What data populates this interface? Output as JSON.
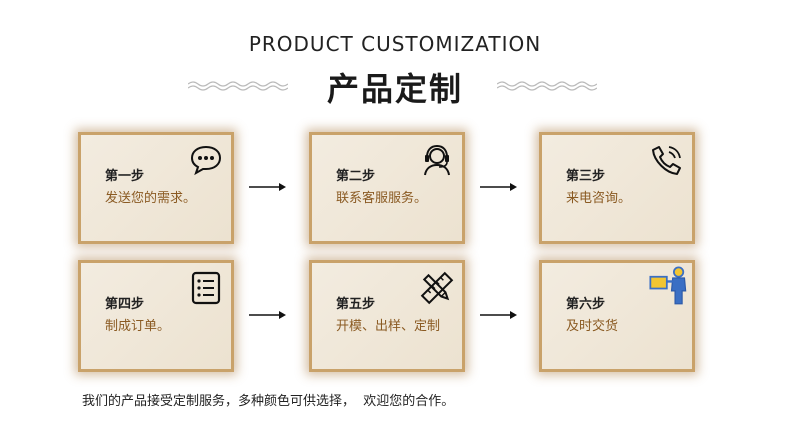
{
  "header": {
    "title_en": "PRODUCT CUSTOMIZATION",
    "title_cn": "产品定制"
  },
  "steps": [
    {
      "label": "第一步",
      "desc": "发送您的需求。",
      "icon": "chat-bubble-icon"
    },
    {
      "label": "第二步",
      "desc": "联系客服服务。",
      "icon": "customer-service-icon"
    },
    {
      "label": "第三步",
      "desc": "来电咨询。",
      "icon": "phone-icon"
    },
    {
      "label": "第四步",
      "desc": "制成订单。",
      "icon": "list-document-icon"
    },
    {
      "label": "第五步",
      "desc": "开模、出样、定制",
      "icon": "ruler-pencil-icon"
    },
    {
      "label": "第六步",
      "desc": "及时交货",
      "icon": "delivery-person-icon"
    }
  ],
  "footer": {
    "text": "我们的产品接受定制服务，多种颜色可供选择，  欢迎您的合作。"
  },
  "colors": {
    "card_border": "#c9a26a",
    "card_bg": "#efe6d6",
    "desc_text": "#8a5a22",
    "icon_accent_blue": "#3a6fc4",
    "icon_accent_yellow": "#f2c531"
  }
}
